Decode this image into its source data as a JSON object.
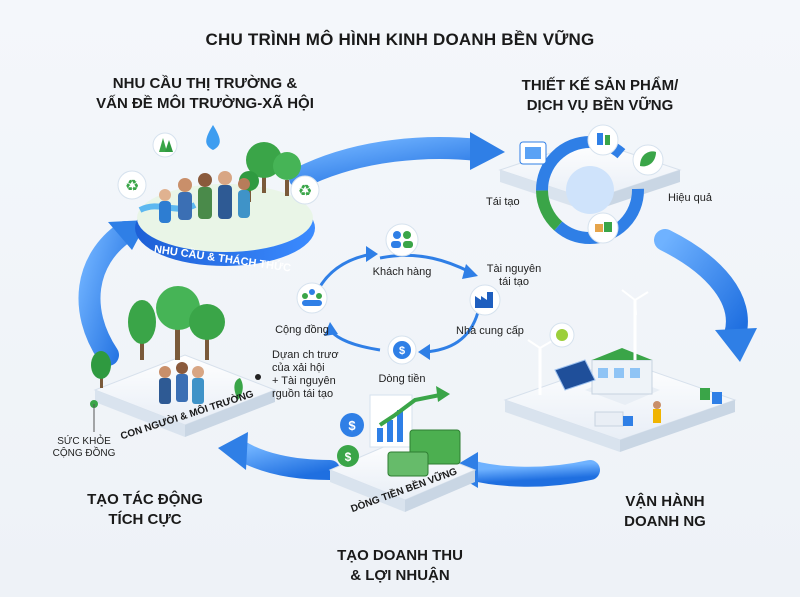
{
  "title": "CHU TRÌNH MÔ HÌNH KINH DOANH BỀN VỮNG",
  "stages": {
    "market": {
      "label_line1": "NHU CẦU THỊ TRƯỜNG &",
      "label_line2": "VẤN ĐỀ MÔI TRƯỜNG-XÃ HỘI",
      "platform_label": "NHU CẦU & THÁCH THỨC"
    },
    "design": {
      "label_line1": "THIẾT KẾ SẢN PHẨM/",
      "label_line2": "DỊCH VỤ BỀN VỮNG",
      "left_note": "Tái tạo",
      "right_note": "Hiệu quả"
    },
    "operations": {
      "label_line1": "VẬN HÀNH",
      "label_line2": "DOANH NG"
    },
    "revenue": {
      "label_line1": "TẠO DOANH THU",
      "label_line2": "& LỢI NHUẬN",
      "platform_label": "DÒNG TIỀN BỀN VỮNG"
    },
    "impact": {
      "label_line1": "TẠO TÁC ĐỘNG",
      "label_line2": "TÍCH CỰC",
      "platform_label": "CON NGƯỜI & MÔI TRƯỜNG",
      "note_line1": "Dựan ch trươ",
      "note_line2": "của xải hội",
      "note_line3": "+ Tài nguyên",
      "note_line4": "rguồn tái tạo",
      "health_line1": "SỨC KHỎE",
      "health_line2": "CỘNG ĐỒNG"
    }
  },
  "inner_cycle": {
    "customers": "Khách hàng",
    "resources_line1": "Tài nguyên",
    "resources_line2": "tái tạo",
    "suppliers": "Nhà cung cấp",
    "cashflow": "Dòng tiền",
    "community": "Cộng đồng"
  },
  "colors": {
    "arrow_blue": "#2f7fe6",
    "green": "#3aa548",
    "platform": "#ffffff",
    "money_green": "#4caf50"
  }
}
